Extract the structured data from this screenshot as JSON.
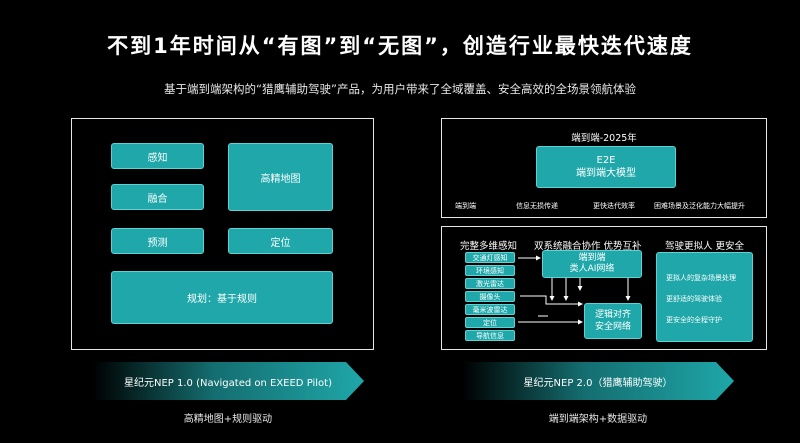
{
  "header": {
    "title": "不到1年时间从“有图”到“无图”，创造行业最快迭代速度",
    "subtitle": "基于端到端架构的“猎鹰辅助驾驶”产品，为用户带来了全域覆盖、安全高效的全场景领航体验"
  },
  "nep1": {
    "boxes": {
      "perception": "感知",
      "fusion": "融合",
      "prediction": "预测",
      "hd_map": "高精地图",
      "localization": "定位",
      "planning": "规划：基于规则"
    },
    "banner": "星纪元NEP 1.0 (Navigated on EXEED Pilot)",
    "caption": "高精地图+规则驱动"
  },
  "nep2": {
    "e2e_title": "端到端-2025年",
    "e2e_box_line1": "E2E",
    "e2e_box_line2": "端到端大模型",
    "benefits": [
      "端到端",
      "信息无损传递",
      "更快迭代效率",
      "困难场景及泛化能力大幅提升"
    ],
    "sections": {
      "perception": "完整多维感知",
      "fusion": "双系统融合协作 优势互补",
      "driving": "驾驶更拟人 更安全"
    },
    "sensors": [
      "交通灯感知",
      "环境感知",
      "激光雷达",
      "摄像头",
      "毫米波雷达",
      "定位",
      "导航信息"
    ],
    "e2e_ai_line1": "端到端",
    "e2e_ai_line2": "类人AI网络",
    "safety_line1": "逻辑对齐",
    "safety_line2": "安全网络",
    "right_items": [
      "更拟人的复杂场景处理",
      "更舒适的驾驶体验",
      "更安全的全程守护"
    ],
    "banner": "星纪元NEP 2.0（猎鹰辅助驾驶）",
    "caption": "端到端架构+数据驱动"
  },
  "colors": {
    "accent": "#1fa7a9",
    "background": "#000000"
  }
}
